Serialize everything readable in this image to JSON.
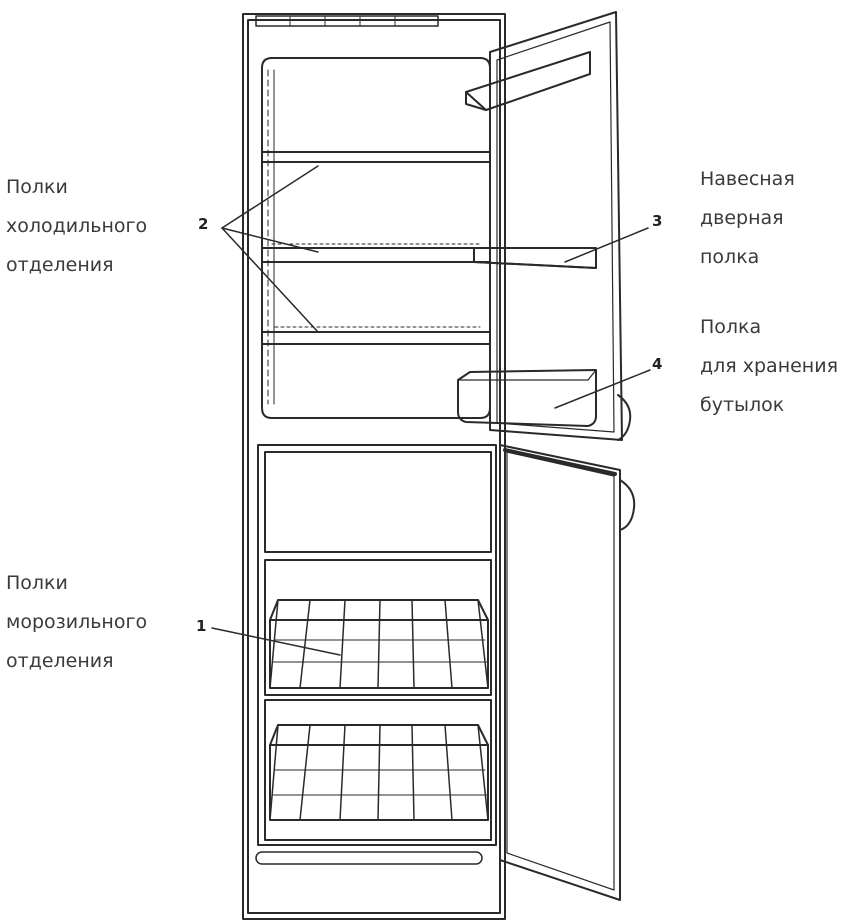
{
  "labels": {
    "fridge_shelves": [
      "Полки",
      "холодильного",
      "отделения"
    ],
    "door_shelf": [
      "Навесная",
      "дверная",
      "полка"
    ],
    "bottle_shelf": [
      "Полка",
      "для хранения",
      "бутылок"
    ],
    "freezer_shelves": [
      "Полки",
      "морозильного",
      "отделения"
    ]
  },
  "callouts": {
    "n1": "1",
    "n2": "2",
    "n3": "3",
    "n4": "4"
  }
}
